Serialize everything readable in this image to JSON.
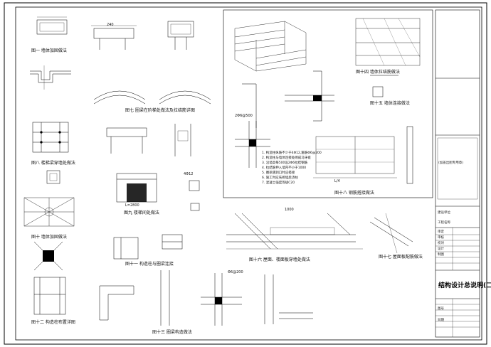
{
  "sheet": {
    "title": "结构设计总说明(二)",
    "title_block_rows": [
      "建设单位",
      "工程名称",
      "审定",
      "审核",
      "校对",
      "设计",
      "制图",
      "图号",
      "日期"
    ],
    "stamp_label": "(加盖出图专用章)"
  },
  "captions": {
    "c1": "图一 墙体加固做法",
    "c2": "图七 圈梁在阶梯处做法及拉结筋详图",
    "c3": "图八 楼梯梁穿墙处做法",
    "c4": "图九 楼梯间处做法",
    "c5": "图十 墙体加固做法",
    "c6": "图十一 构造柱与圈梁连接",
    "c7": "图十二 构造柱布置详图",
    "c8": "图十三 圈梁构造做法",
    "c9": "图十四 墙体拉结筋做法",
    "c10": "图十五 墙体连接做法",
    "c11": "图十六 屋面、楼面板穿墙处做法",
    "c12": "图十七 屋面板配筋做法",
    "c13": "图十八 钢筋搭接做法"
  },
  "notes": {
    "n1": "1. 构造柱纵筋不少于4Φ12,箍筋Φ6@200",
    "n2": "2. 构造柱与墙体连接处砌成马牙槎",
    "n3": "3. 沿墙高每500设2Φ6拉结钢筋",
    "n4": "4. 拉结筋伸入墙内不小于1000",
    "n5": "5. 圈梁遇洞口时应搭接",
    "n6": "6. 施工时应先砌墙后浇柱",
    "n7": "7. 混凝土强度等级C20"
  },
  "dims": {
    "d1": "L=2800",
    "d2": "2Φ6@500",
    "d3": "4Φ12",
    "d4": "Φ6@200",
    "d5": "240",
    "d6": "1000",
    "d7": "L/4"
  }
}
